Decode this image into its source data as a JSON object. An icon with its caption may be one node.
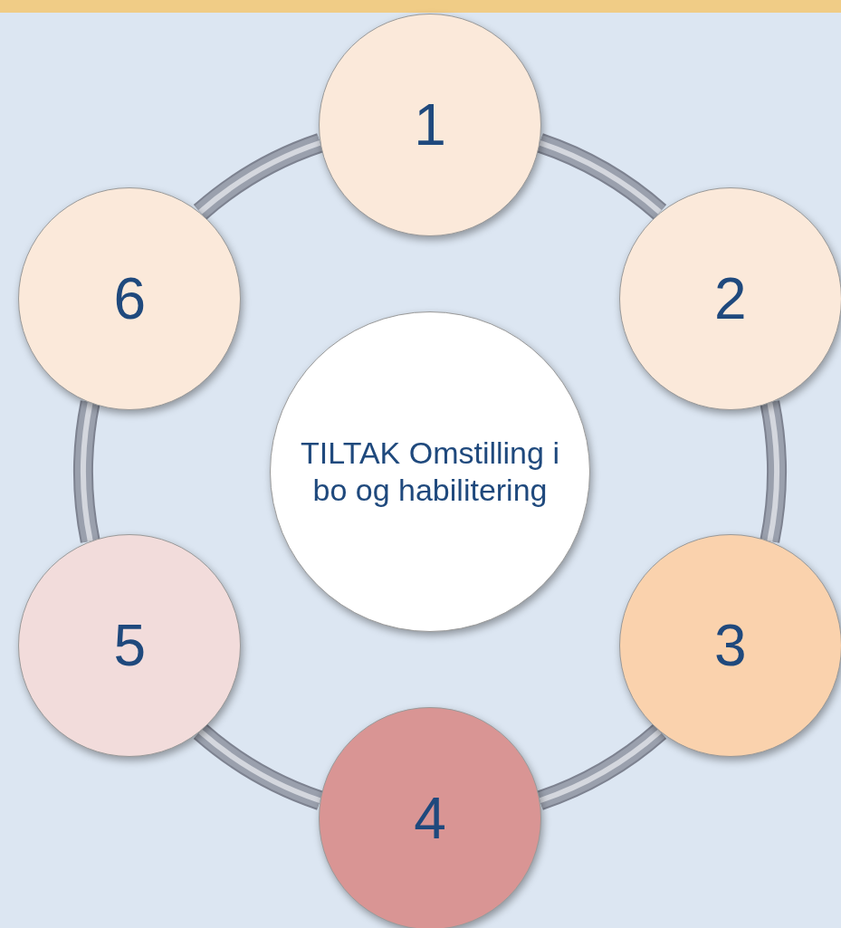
{
  "diagram": {
    "nodes": [
      {
        "text": [
          "1"
        ]
      },
      {
        "text": [
          "2"
        ]
      },
      {
        "text": [
          "3"
        ]
      },
      {
        "text": [
          "4"
        ]
      },
      {
        "text": [
          "5"
        ]
      },
      {
        "text": [
          "6"
        ]
      },
      {
        "text": [
          "TILTAK Omstilling i bo og habilitering"
        ]
      }
    ],
    "edges": [
      {
        "from": 0,
        "to": 1,
        "arrow": "none"
      },
      {
        "from": 1,
        "to": 2,
        "arrow": "none"
      },
      {
        "from": 2,
        "to": 3,
        "arrow": "none"
      },
      {
        "from": 3,
        "to": 4,
        "arrow": "none"
      },
      {
        "from": 4,
        "to": 5,
        "arrow": "none"
      },
      {
        "from": 5,
        "to": 0,
        "arrow": "none"
      }
    ]
  }
}
